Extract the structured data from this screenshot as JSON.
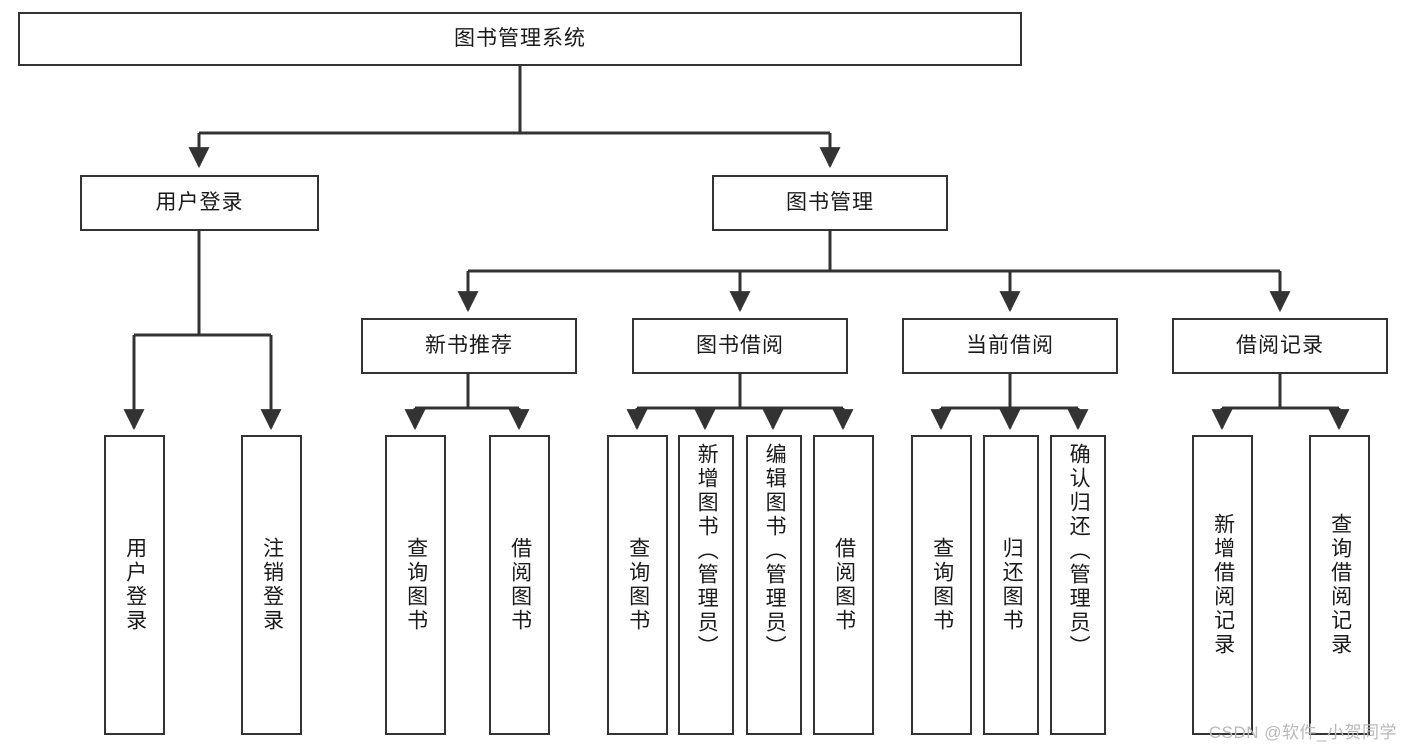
{
  "diagram": {
    "title": "图书管理系统",
    "watermark": "CSDN @软件_小贺同学",
    "nodes": {
      "root": "图书管理系统",
      "user_login": "用户登录",
      "book_manage": "图书管理",
      "new_book_rec": "新书推荐",
      "book_borrow": "图书借阅",
      "current_borrow": "当前借阅",
      "borrow_record": "借阅记录",
      "leaf_user_login": "用户登录",
      "leaf_user_logout": "注销登录",
      "leaf_query_book_1": "查询图书",
      "leaf_borrow_book_1": "借阅图书",
      "leaf_query_book_2": "查询图书",
      "leaf_add_book_admin": "新增图书（管理员）",
      "leaf_edit_book_admin": "编辑图书（管理员）",
      "leaf_borrow_book_2": "借阅图书",
      "leaf_query_book_3": "查询图书",
      "leaf_return_book": "归还图书",
      "leaf_confirm_return_admin": "确认归还（管理员）",
      "leaf_add_record": "新增借阅记录",
      "leaf_query_record": "查询借阅记录"
    },
    "colors": {
      "stroke": "#333333",
      "fill": "#ffffff",
      "text": "#1a1a1a",
      "watermark": "#b9b9b9"
    }
  }
}
